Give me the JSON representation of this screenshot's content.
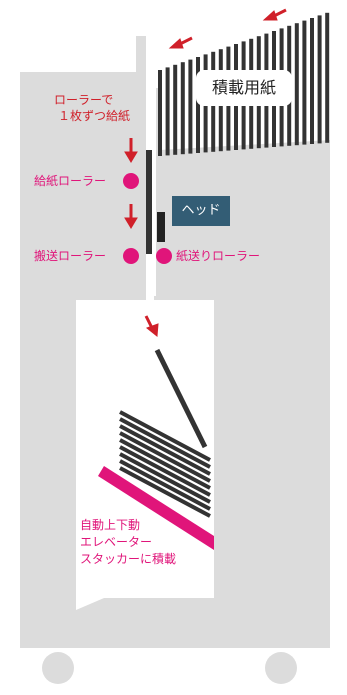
{
  "labels": {
    "stacked_paper": "積載用紙",
    "feed_roller_one_sheet": [
      "ローラーで",
      "１枚ずつ給紙"
    ],
    "feed_roller": "給紙ローラー",
    "head": "ヘッド",
    "transport_roller": "搬送ローラー",
    "paper_feed_roller": "紙送りローラー",
    "stacker": [
      "自動上下動",
      "エレベーター",
      "スタッカーに積載"
    ]
  },
  "colors": {
    "body_gray": "#dcdcdc",
    "accent_pink": "#e0157a",
    "arrow_red": "#d0202a",
    "head_blue": "#335d75",
    "paper_dark": "#333333"
  },
  "icons": [
    "arrow-icon",
    "roller-icon",
    "wheel-icon"
  ]
}
